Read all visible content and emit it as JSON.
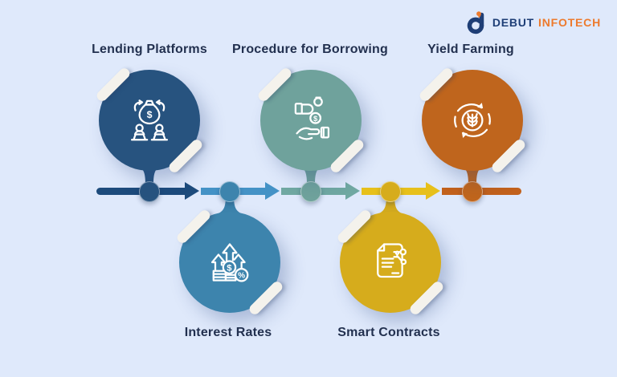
{
  "page": {
    "background_color": "#dfe9fb",
    "label_text_color": "#22304f"
  },
  "logo": {
    "mark": "debut-infotech-logomark",
    "word1": "DEBUT",
    "word2": "INFOTECH",
    "word1_color": "#1e3e76",
    "word2_color": "#ed7a2d"
  },
  "timeline": {
    "direction": "left-to-right",
    "segments": [
      {
        "color": "#1d4b7c"
      },
      {
        "color": "#4492c6"
      },
      {
        "color": "#70a8a2"
      },
      {
        "color": "#e7c01b"
      },
      {
        "color": "#c2611c"
      }
    ]
  },
  "milestones": [
    {
      "label": "Lending Platforms",
      "position": "top",
      "color": "#27537f",
      "icon": "lenders-network-icon"
    },
    {
      "label": "Interest Rates",
      "position": "bottom",
      "color": "#3d84ad",
      "icon": "rising-coins-icon"
    },
    {
      "label": "Procedure for Borrowing",
      "position": "top",
      "color": "#6fa29c",
      "icon": "hand-receiving-money-icon"
    },
    {
      "label": "Smart Contracts",
      "position": "bottom",
      "color": "#d6ac1c",
      "icon": "smart-contract-document-icon"
    },
    {
      "label": "Yield Farming",
      "position": "top",
      "color": "#bf651d",
      "icon": "crop-cycle-icon"
    }
  ]
}
